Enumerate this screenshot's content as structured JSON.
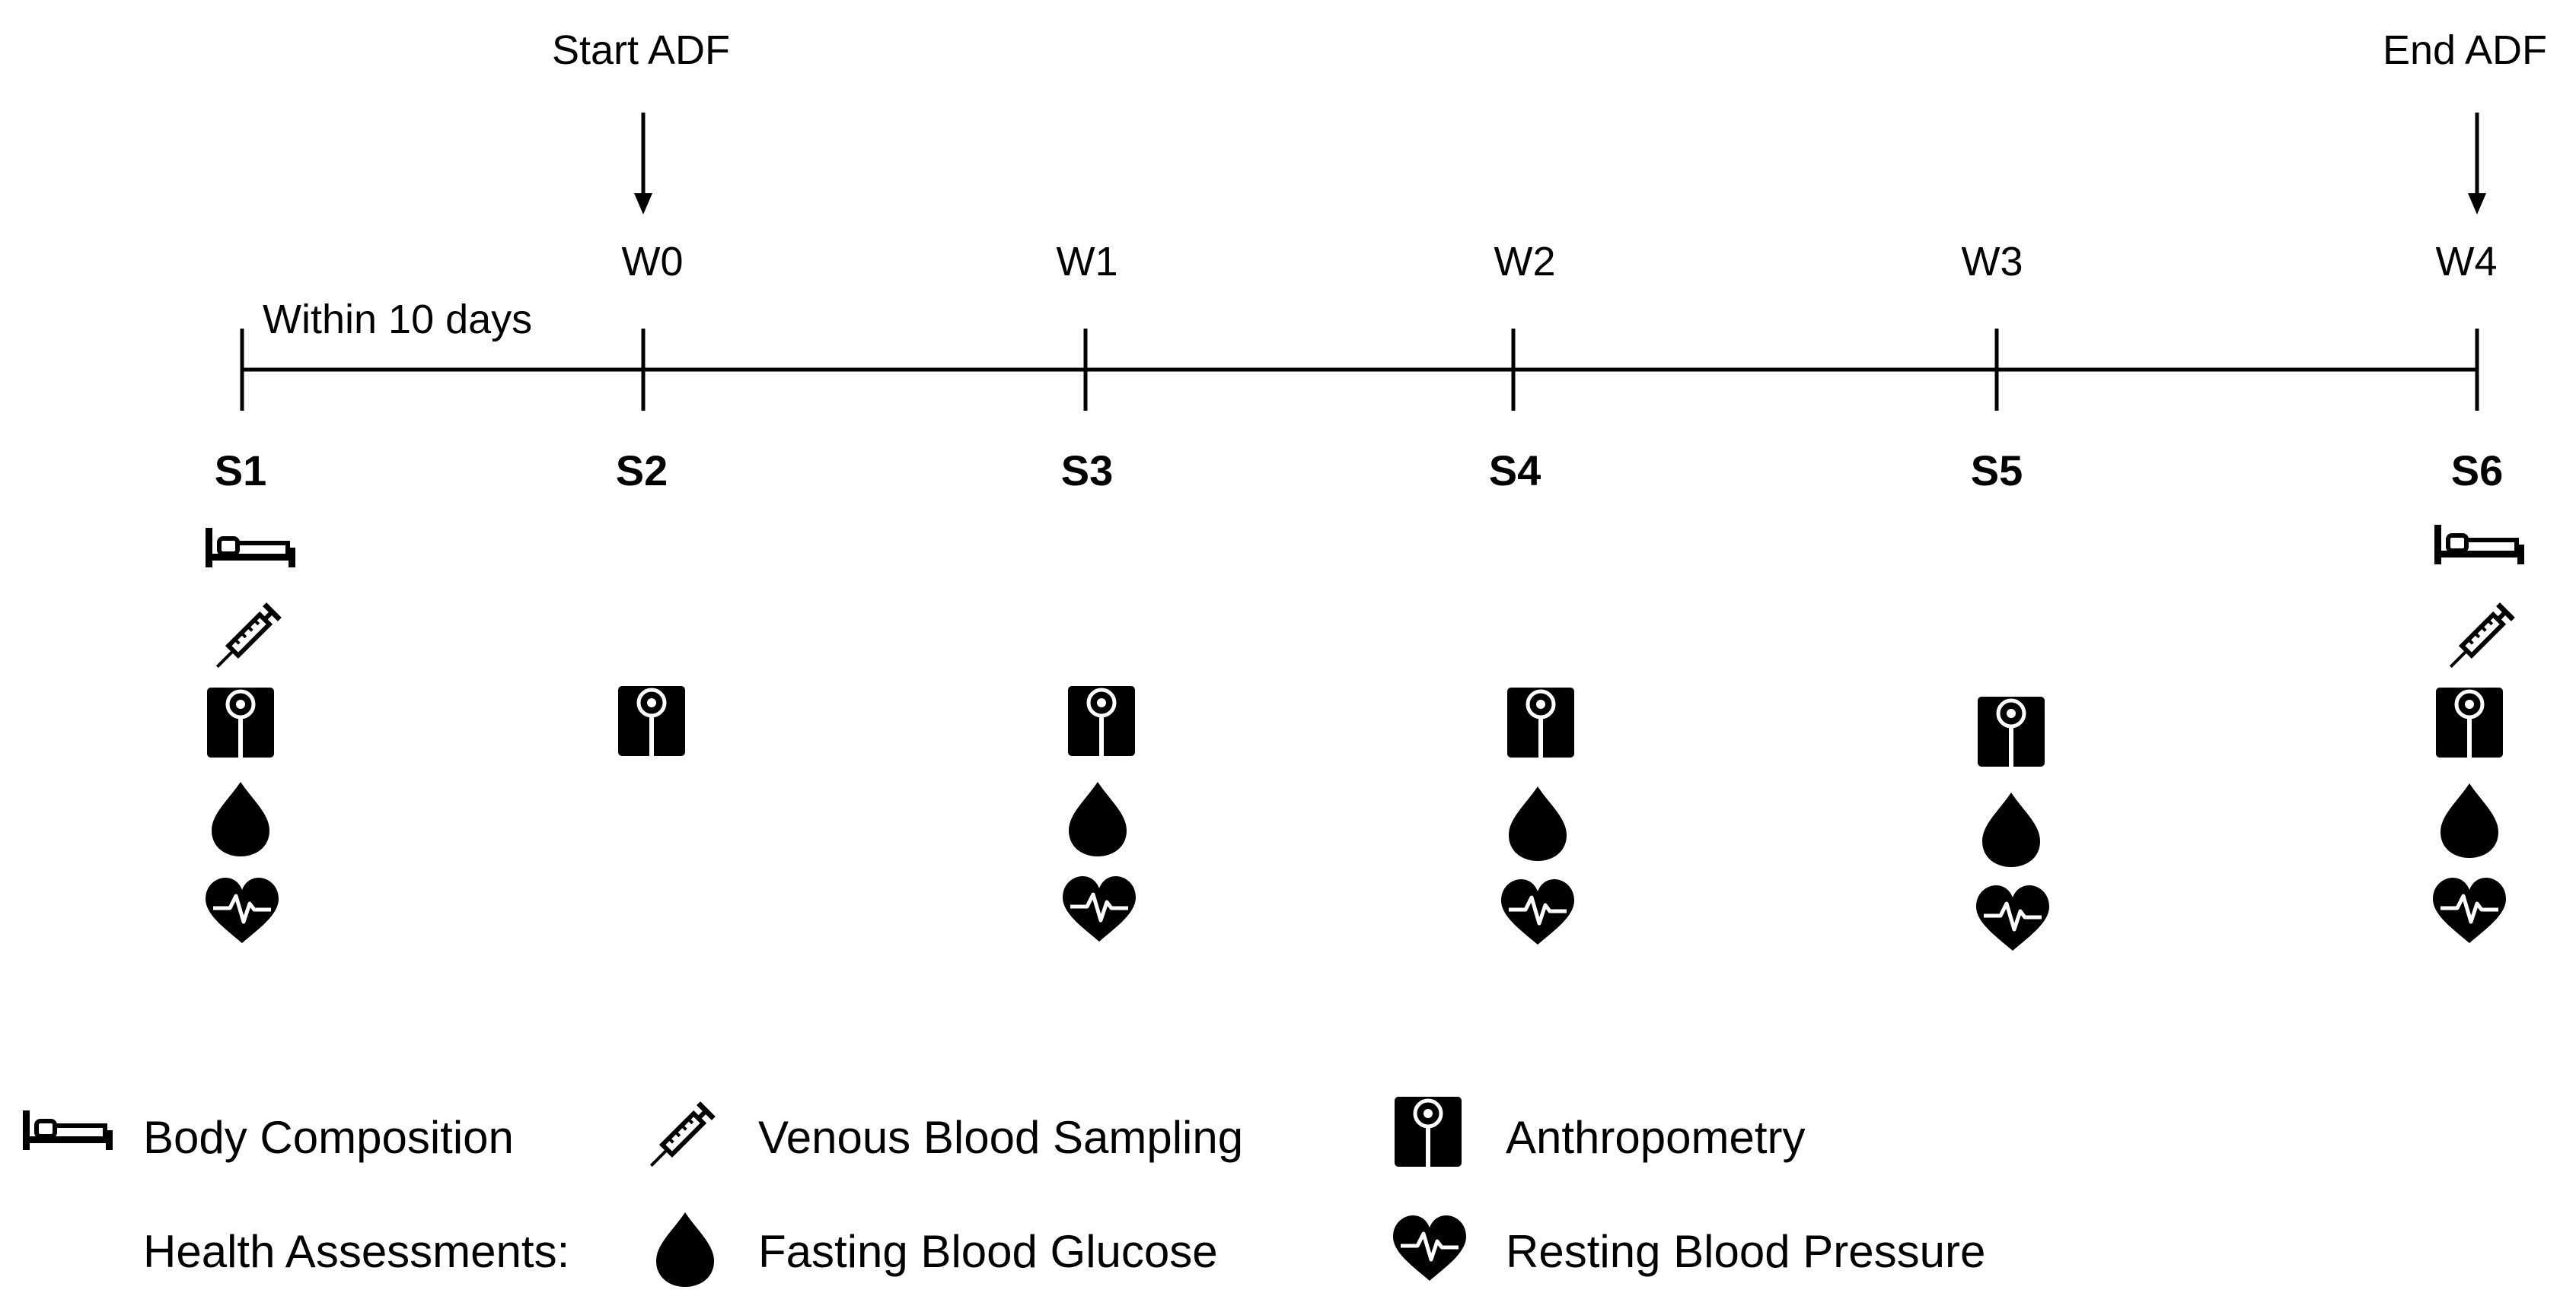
{
  "diagram": {
    "start_label": "Start ADF",
    "end_label": "End ADF",
    "gap_label": "Within 10 days",
    "weeks": [
      "W0",
      "W1",
      "W2",
      "W3",
      "W4"
    ],
    "sessions": [
      {
        "label": "S1",
        "icons": [
          "bed-icon",
          "syringe-icon",
          "scale-icon",
          "drop-icon",
          "heart-icon"
        ]
      },
      {
        "label": "S2",
        "icons": [
          "scale-icon"
        ]
      },
      {
        "label": "S3",
        "icons": [
          "scale-icon",
          "drop-icon",
          "heart-icon"
        ]
      },
      {
        "label": "S4",
        "icons": [
          "scale-icon",
          "drop-icon",
          "heart-icon"
        ]
      },
      {
        "label": "S5",
        "icons": [
          "scale-icon",
          "drop-icon",
          "heart-icon"
        ]
      },
      {
        "label": "S6",
        "icons": [
          "bed-icon",
          "syringe-icon",
          "scale-icon",
          "drop-icon",
          "heart-icon"
        ]
      }
    ]
  },
  "legend": {
    "body_composition": "Body Composition",
    "venous_blood_sampling": "Venous Blood Sampling",
    "anthropometry": "Anthropometry",
    "health_assessments": "Health Assessments:",
    "fasting_blood_glucose": "Fasting Blood Glucose",
    "resting_blood_pressure": "Resting Blood Pressure"
  }
}
